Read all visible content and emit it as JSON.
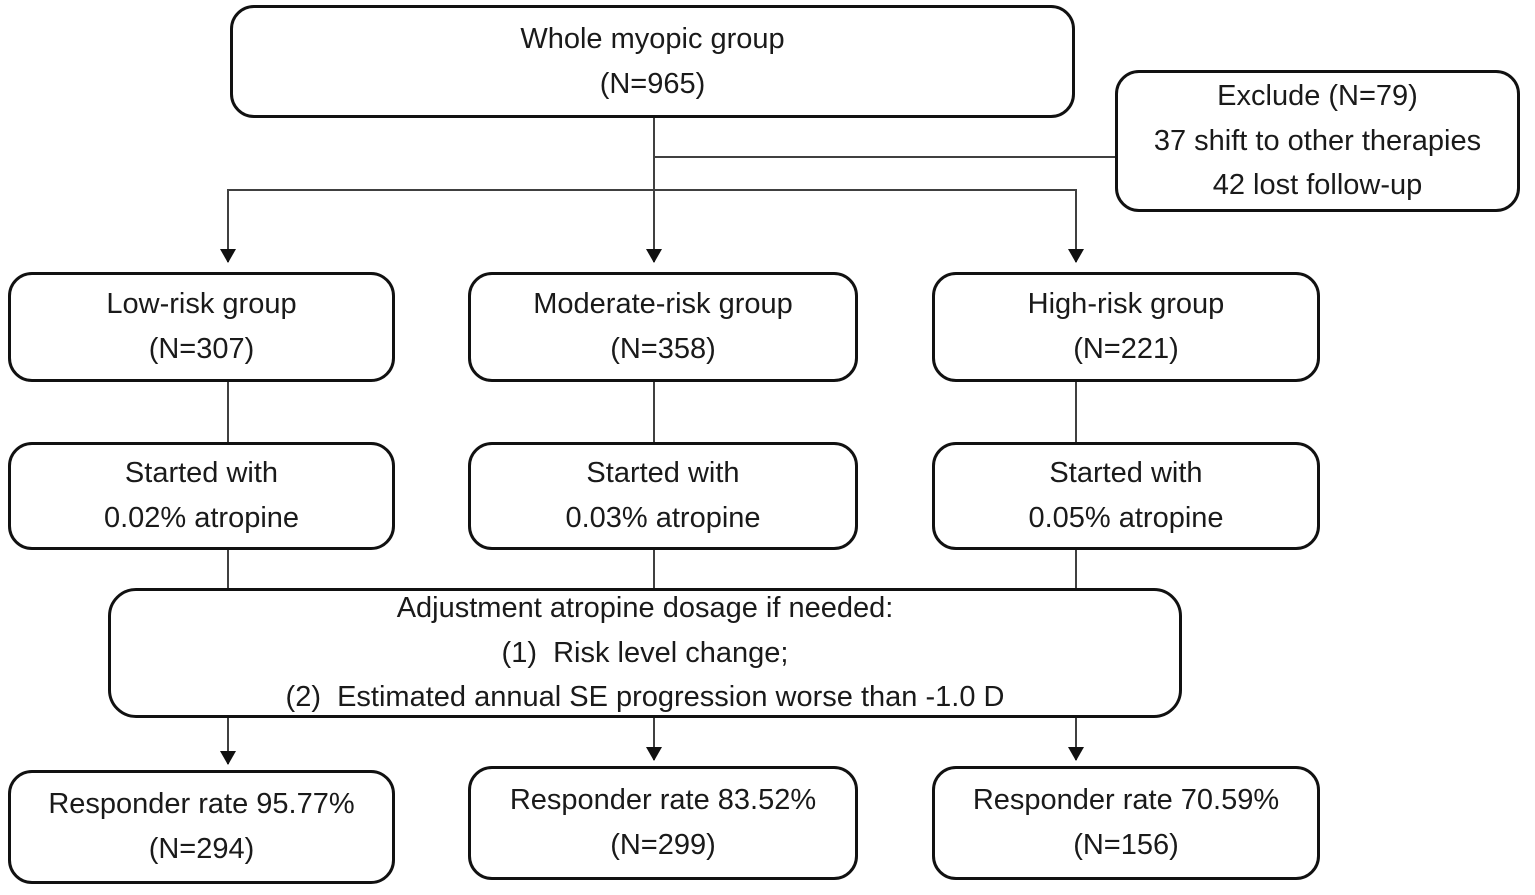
{
  "flowchart": {
    "nodes": {
      "whole": {
        "lines": [
          "Whole myopic group",
          "(N=965)"
        ]
      },
      "exclude": {
        "lines": [
          "Exclude (N=79)",
          "37 shift to other therapies",
          "42 lost follow-up"
        ]
      },
      "low_risk": {
        "lines": [
          "Low-risk group",
          "(N=307)"
        ]
      },
      "moderate_risk": {
        "lines": [
          "Moderate-risk group",
          "(N=358)"
        ]
      },
      "high_risk": {
        "lines": [
          "High-risk group",
          "(N=221)"
        ]
      },
      "started_low": {
        "lines": [
          "Started with",
          "0.02% atropine"
        ]
      },
      "started_moderate": {
        "lines": [
          "Started with",
          "0.03% atropine"
        ]
      },
      "started_high": {
        "lines": [
          "Started with",
          "0.05% atropine"
        ]
      },
      "adjustment": {
        "lines": [
          "Adjustment atropine dosage if needed:",
          "(1)  Risk level change;",
          "(2)  Estimated annual SE progression worse than -1.0 D"
        ]
      },
      "responder_low": {
        "lines": [
          "Responder rate 95.77%",
          "(N=294)"
        ]
      },
      "responder_moderate": {
        "lines": [
          "Responder rate 83.52%",
          "(N=299)"
        ]
      },
      "responder_high": {
        "lines": [
          "Responder rate 70.59%",
          "(N=156)"
        ]
      }
    },
    "colors": {
      "box_border": "#111111",
      "connector": "#404040",
      "text": "#1a1a1a",
      "background": "#ffffff"
    }
  }
}
